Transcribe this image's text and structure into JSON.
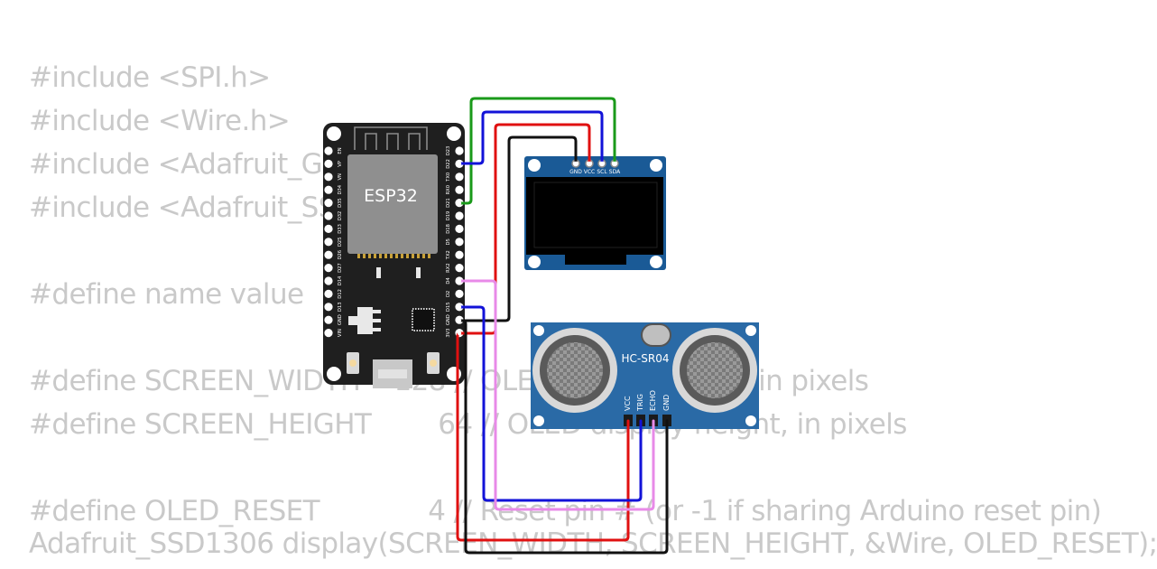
{
  "code_lines": [
    "#include <SPI.h>",
    "#include <Wire.h>",
    "#include <Adafruit_GF",
    "#include <Adafruit_SS",
    "",
    "#define name value",
    "",
    "#define SCREEN_WIDTH    128 // OLED display width, in pixels",
    "#define SCREEN_HEIGHT        64 // OLED display height, in pixels",
    "",
    "#define OLED_RESET             4 // Reset pin # (or -1 if sharing Arduino reset pin)",
    "Adafruit_SSD1306 display(SCREEN_WIDTH, SCREEN_HEIGHT, &Wire, OLED_RESET);"
  ],
  "esp32": {
    "chip_label": "ESP32",
    "left_pins": [
      "EN",
      "VP",
      "VN",
      "D34",
      "D35",
      "D32",
      "D33",
      "D25",
      "D26",
      "D27",
      "D14",
      "D12",
      "D13",
      "GND",
      "VIN"
    ],
    "right_pins": [
      "D23",
      "D22",
      "TX0",
      "RX0",
      "D21",
      "D19",
      "D18",
      "D5",
      "TX2",
      "RX2",
      "D4",
      "D2",
      "D15",
      "GND",
      "3V3"
    ]
  },
  "oled": {
    "pins": [
      "GND",
      "VCC",
      "SCL",
      "SDA"
    ]
  },
  "hcsr04": {
    "label": "HC-SR04",
    "pins": [
      "VCC",
      "TRIG",
      "ECHO",
      "GND"
    ]
  },
  "wire_colors": {
    "green": "#1a9a1a",
    "blue": "#1212d8",
    "red": "#e01010",
    "black": "#111111",
    "violet": "#e88ae8"
  }
}
